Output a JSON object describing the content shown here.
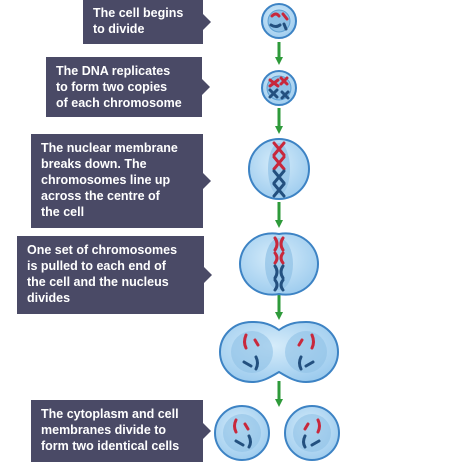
{
  "steps": [
    {
      "text": "The cell begins\nto divide"
    },
    {
      "text": "The DNA replicates\nto form two copies\nof each chromosome"
    },
    {
      "text": "The nuclear membrane\nbreaks down. The\nchromosomes line up\nacross the centre of\nthe cell"
    },
    {
      "text": "One set of chromosomes\nis pulled to each end of\nthe cell and the nucleus\ndivides"
    },
    {
      "text": "The cytoplasm and cell\nmembranes divide to\nform two identical cells"
    }
  ],
  "colors": {
    "label_bg": "#4a4a66",
    "arrow": "#2e9a3a",
    "cell_fill": "#a9d3f0",
    "cell_edge": "#3d83c4",
    "nucleus_fill": "#8fc1e6",
    "chromosome_red": "#c8283c",
    "chromosome_blue": "#23507f"
  }
}
